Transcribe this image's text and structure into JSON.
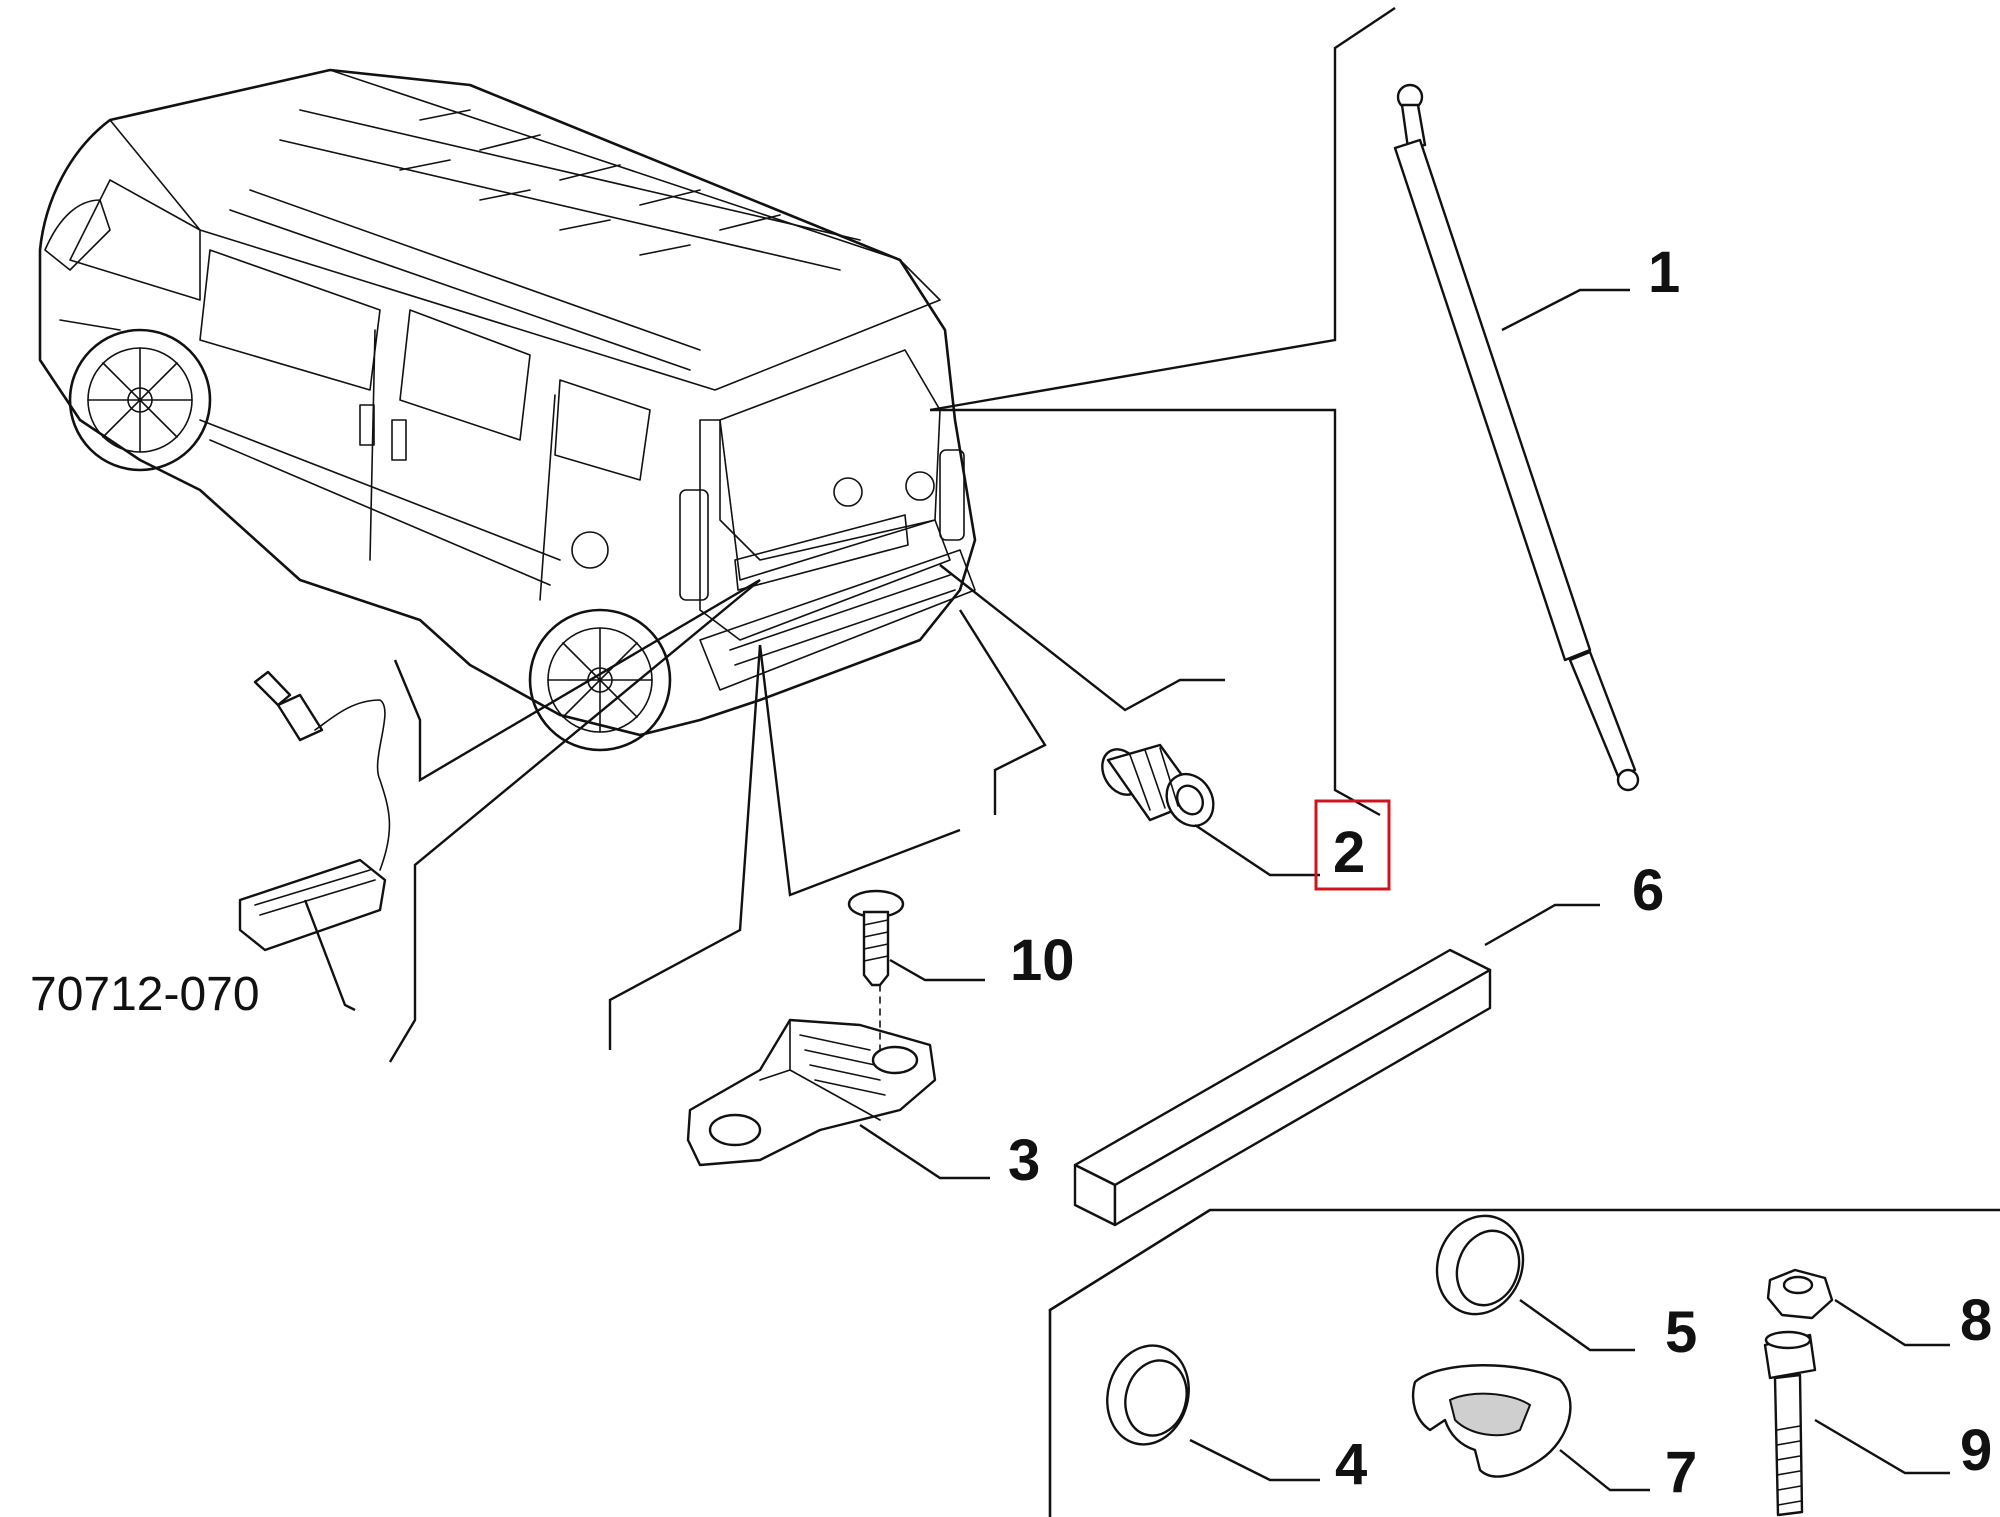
{
  "diagram": {
    "callouts": [
      {
        "id": "1",
        "label": "1"
      },
      {
        "id": "2",
        "label": "2",
        "highlighted": true
      },
      {
        "id": "3",
        "label": "3"
      },
      {
        "id": "4",
        "label": "4"
      },
      {
        "id": "5",
        "label": "5"
      },
      {
        "id": "6",
        "label": "6"
      },
      {
        "id": "7",
        "label": "7"
      },
      {
        "id": "8",
        "label": "8"
      },
      {
        "id": "9",
        "label": "9"
      },
      {
        "id": "10",
        "label": "10"
      }
    ],
    "part_code": "70712-070",
    "highlight_color": "#d0141e"
  }
}
